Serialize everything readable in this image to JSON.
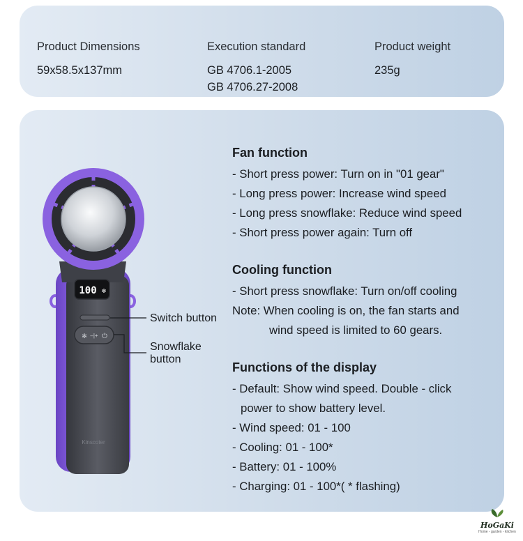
{
  "specs": [
    {
      "label": "Product Dimensions",
      "values": [
        "59x58.5x137mm"
      ]
    },
    {
      "label": "Execution standard",
      "values": [
        "GB 4706.1-2005",
        "GB 4706.27-2008"
      ]
    },
    {
      "label": "Product weight",
      "values": [
        "235g"
      ]
    }
  ],
  "fan": {
    "title": "Fan function",
    "lines": [
      "- Short press power: Turn on in \"01 gear\"",
      "- Long press power: Increase wind speed",
      "- Long press snowflake: Reduce wind speed",
      "- Short press power again: Turn off"
    ]
  },
  "cooling": {
    "title": "Cooling function",
    "line1": "- Short press snowflake: Turn on/off cooling",
    "note1": "Note: When cooling is on, the fan starts and",
    "note2": "wind speed is limited to 60 gears."
  },
  "display": {
    "title": "Functions of the display",
    "line1a": "- Default: Show wind speed. Double - click",
    "line1b": "power to show battery level.",
    "lines": [
      "- Wind speed: 01 - 100",
      "- Cooling: 01 - 100*",
      "- Battery: 01 - 100%",
      "- Charging: 01 - 100*( * flashing)"
    ]
  },
  "callouts": {
    "switch": "Switch button",
    "snowflake_1": "Snowflake",
    "snowflake_2": "button"
  },
  "device": {
    "screen_value": "100",
    "brand_text": "Kinscoter",
    "accent_color": "#8a62e0",
    "body_color": "#4b4d55"
  },
  "logo": {
    "brand": "HoGaKi",
    "tagline": "Home - garden - kitchen"
  }
}
